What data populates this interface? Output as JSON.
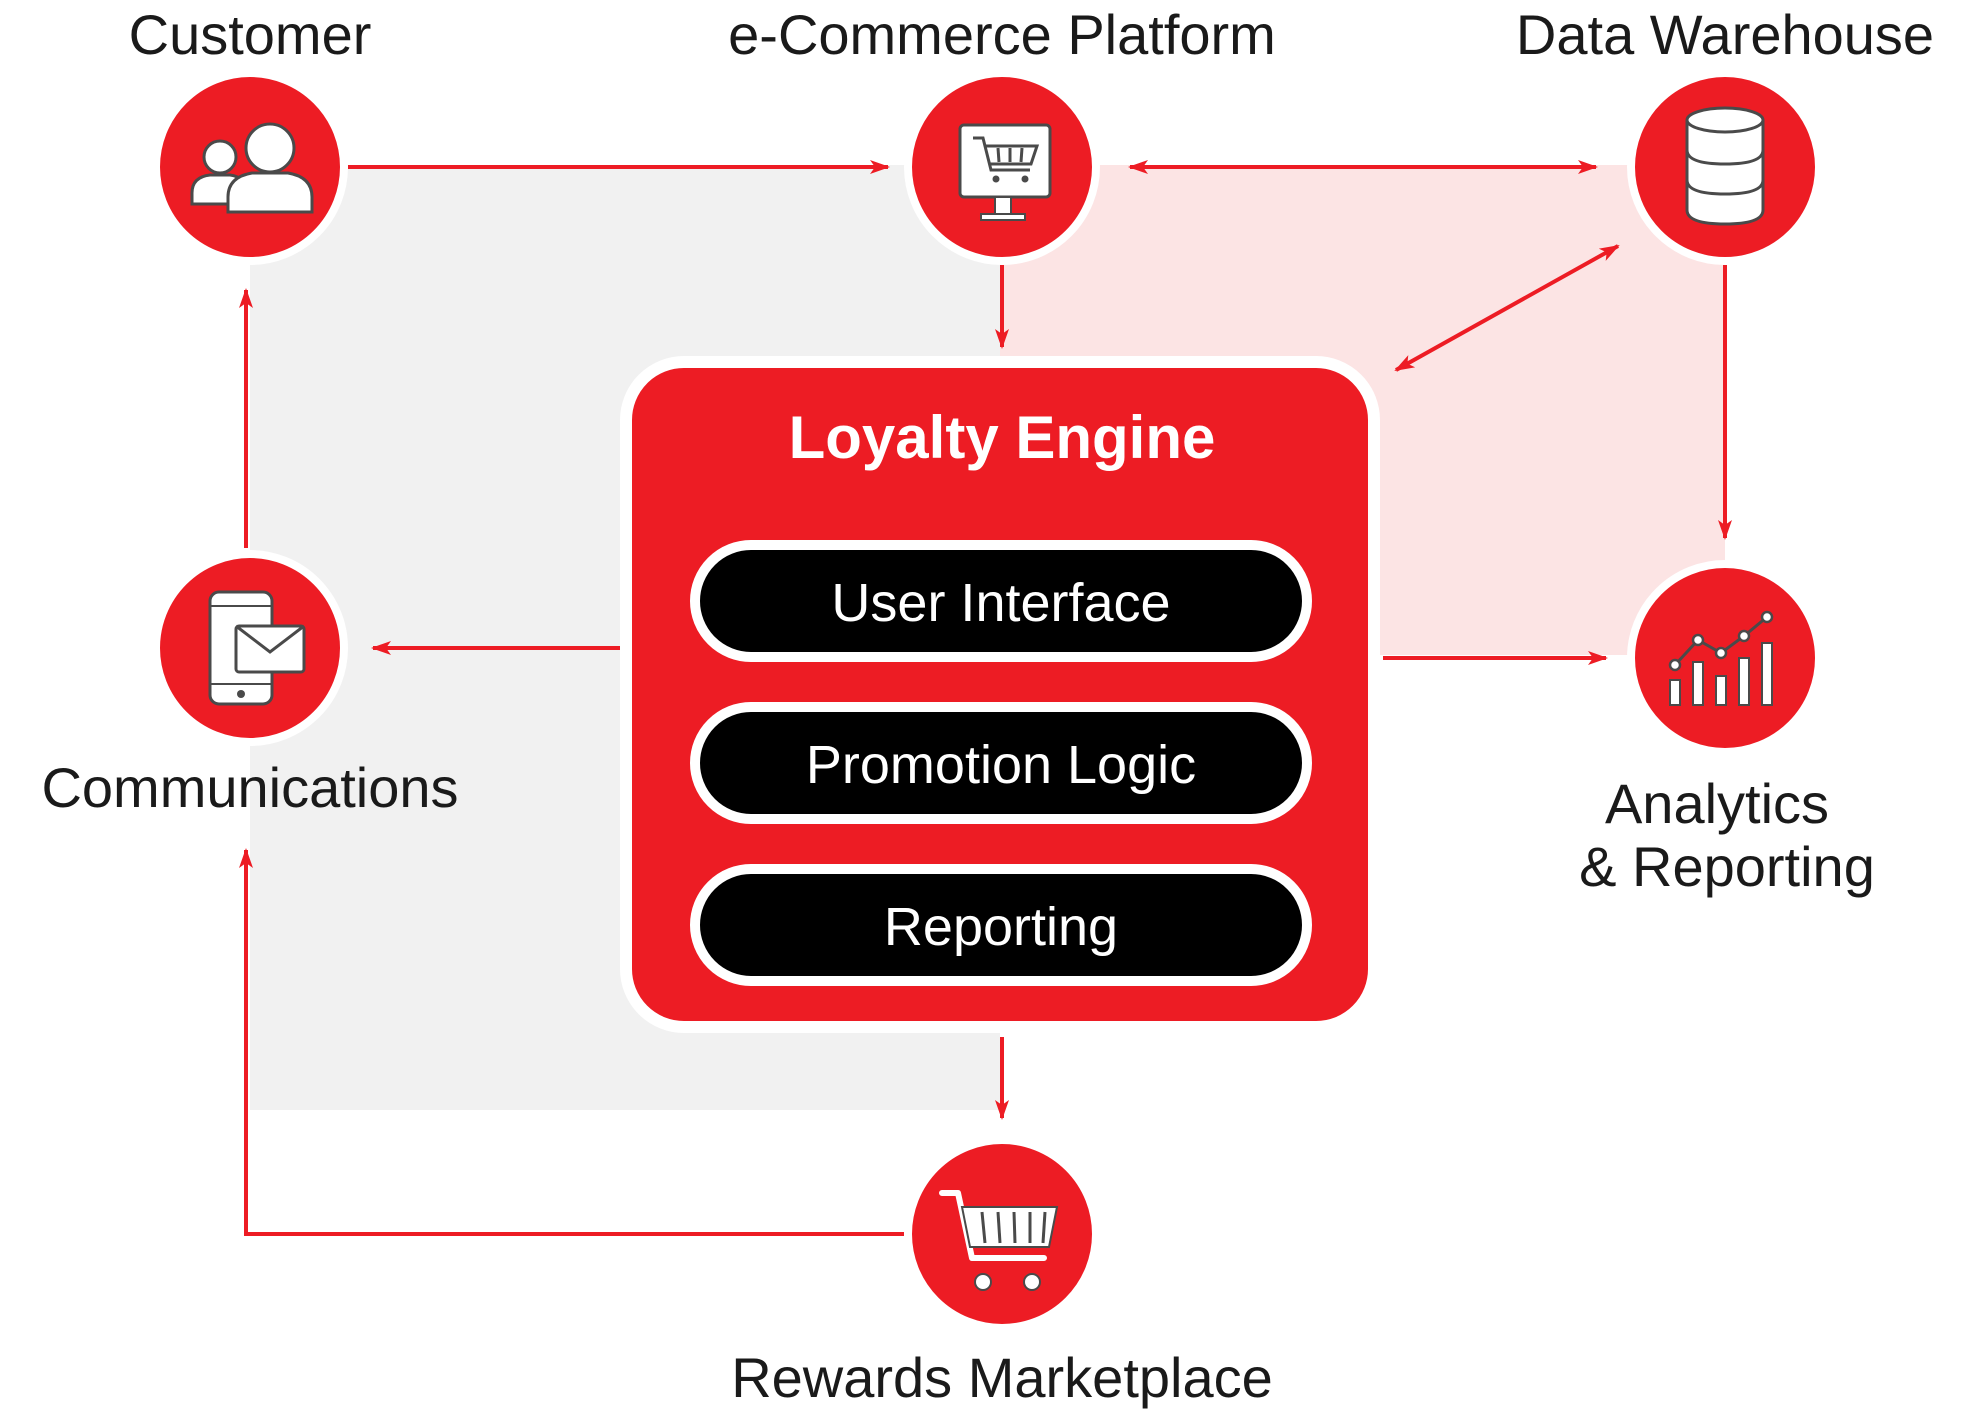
{
  "colors": {
    "brand_red": "#ED1C24",
    "module_fill": "#000000",
    "left_region": "#F1F1F1",
    "right_region": "#FCE4E4",
    "label_text": "#1A1A1A"
  },
  "nodes": {
    "customer": {
      "label": "Customer",
      "icon": "users-icon"
    },
    "ecommerce": {
      "label": "e-Commerce Platform",
      "icon": "monitor-cart-icon"
    },
    "warehouse": {
      "label": "Data Warehouse",
      "icon": "database-icon"
    },
    "communications": {
      "label": "Communications",
      "icon": "phone-mail-icon"
    },
    "analytics": {
      "label_line1": "Analytics",
      "label_line2": "& Reporting",
      "icon": "chart-icon"
    },
    "rewards": {
      "label": "Rewards Marketplace",
      "icon": "shopping-cart-icon"
    }
  },
  "engine": {
    "title": "Loyalty Engine",
    "modules": [
      "User Interface",
      "Promotion Logic",
      "Reporting"
    ]
  }
}
